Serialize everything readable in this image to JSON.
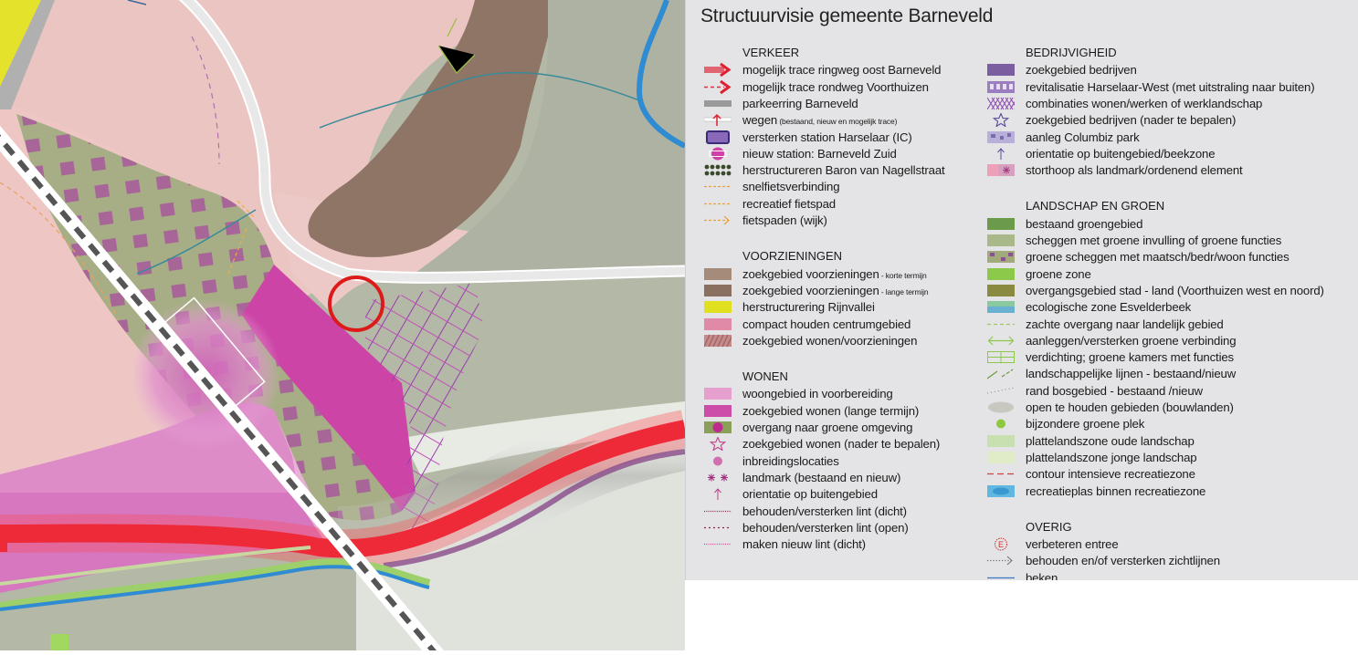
{
  "legend": {
    "title": "Structuurvisie gemeente Barneveld",
    "columns": [
      {
        "sections": [
          {
            "title": "VERKEER",
            "items": [
              {
                "label": "mogelijk trace ringweg oost Barneveld",
                "icon": "red-arrow-icon"
              },
              {
                "label": "mogelijk trace rondweg Voorthuizen",
                "icon": "red-dashed-arrow-icon"
              },
              {
                "label": "parkeerring Barneveld",
                "icon": "grey-band-icon"
              },
              {
                "label": "wegen",
                "note": "(bestaand, nieuw en mogelijk trace)",
                "icon": "road-icon"
              },
              {
                "label": "versterken station Harselaar (IC)",
                "icon": "station-icon"
              },
              {
                "label": "nieuw station: Barneveld Zuid",
                "icon": "new-station-icon"
              },
              {
                "label": "herstructureren Baron van Nagellstraat",
                "icon": "dots-icon"
              },
              {
                "label": "snelfietsverbinding",
                "icon": "dashed-orange-icon"
              },
              {
                "label": "recreatief fietspad",
                "icon": "dashed-orange-icon"
              },
              {
                "label": "fietspaden (wijk)",
                "icon": "dashed-arrow-icon"
              }
            ]
          },
          {
            "title": "VOORZIENINGEN",
            "items": [
              {
                "label": "zoekgebied voorzieningen",
                "note": "- korte termijn",
                "icon": "swatch-icon",
                "color": "#a48b7a"
              },
              {
                "label": "zoekgebied voorzieningen",
                "note": "- lange termijn",
                "icon": "swatch-icon",
                "color": "#8a7060"
              },
              {
                "label": "herstructurering Rijnvallei",
                "icon": "swatch-icon",
                "color": "#e0e020"
              },
              {
                "label": "compact houden centrumgebied",
                "icon": "swatch-icon",
                "color": "#e08aa8"
              },
              {
                "label": "zoekgebied wonen/voorzieningen",
                "icon": "hatch-icon",
                "color": "#a06a6a"
              }
            ]
          },
          {
            "title": "WONEN",
            "items": [
              {
                "label": "woongebied in voorbereiding",
                "icon": "swatch-icon",
                "color": "#e6a0cf"
              },
              {
                "label": "zoekgebied wonen (lange termijn)",
                "icon": "swatch-icon",
                "color": "#cc4ea8"
              },
              {
                "label": "overgang naar groene omgeving",
                "icon": "overgang-icon"
              },
              {
                "label": "zoekgebied wonen (nader te bepalen)",
                "icon": "star-icon",
                "color": "#c0408a"
              },
              {
                "label": "inbreidingslocaties",
                "icon": "circle-icon",
                "color": "#d070b0"
              },
              {
                "label": "landmark (bestaand en nieuw)",
                "icon": "asterisk-icon",
                "color": "#a03080"
              },
              {
                "label": "orientatie op buitengebied",
                "icon": "up-arrow-icon",
                "color": "#c0408a"
              },
              {
                "label": "behouden/versterken lint (dicht)",
                "icon": "dotted-line-icon",
                "color": "#8a2050"
              },
              {
                "label": "behouden/versterken lint (open)",
                "icon": "open-dotted-line-icon",
                "color": "#8a2050"
              },
              {
                "label": "maken nieuw lint (dicht)",
                "icon": "dotted-line-icon",
                "color": "#e04090"
              }
            ]
          }
        ]
      },
      {
        "sections": [
          {
            "title": "BEDRIJVIGHEID",
            "items": [
              {
                "label": "zoekgebied bedrijven",
                "icon": "swatch-icon",
                "color": "#7a5ea0"
              },
              {
                "label": "revitalisatie Harselaar-West (met uitstraling naar buiten)",
                "icon": "revital-icon",
                "color": "#9a7ec0"
              },
              {
                "label": "combinaties wonen/werken of werklandschap",
                "icon": "grid-icon",
                "color": "#8a4ab0"
              },
              {
                "label": "zoekgebied bedrijven (nader te bepalen)",
                "icon": "star-icon",
                "color": "#5a4a9a"
              },
              {
                "label": "aanleg Columbiz park",
                "icon": "columbiz-icon",
                "color": "#b8b0d8"
              },
              {
                "label": "orientatie op buitengebied/beekzone",
                "icon": "up-arrow-icon",
                "color": "#5a4a9a"
              },
              {
                "label": "storthoop als landmark/ordenend element",
                "icon": "storthoop-icon"
              }
            ]
          },
          {
            "title": "LANDSCHAP EN GROEN",
            "items": [
              {
                "label": "bestaand groengebied",
                "icon": "swatch-icon",
                "color": "#6a9a4a"
              },
              {
                "label": "scheggen met groene invulling of groene functies",
                "icon": "swatch-icon",
                "color": "#a8b888"
              },
              {
                "label": "groene scheggen met maatsch/bedr/woon functies",
                "icon": "groene-scheg-icon"
              },
              {
                "label": "groene zone",
                "icon": "swatch-icon",
                "color": "#8cc84a"
              },
              {
                "label": "overgangsgebied stad - land (Voorthuizen west en noord)",
                "icon": "swatch-icon",
                "color": "#8a8a40"
              },
              {
                "label": "ecologische zone Esvelderbeek",
                "icon": "eco-icon"
              },
              {
                "label": "zachte overgang naar landelijk gebied",
                "icon": "dashed-green-icon",
                "color": "#9cc860"
              },
              {
                "label": "aanleggen/versterken groene verbinding",
                "icon": "double-arrow-icon",
                "color": "#8cc84a"
              },
              {
                "label": "verdichting; groene kamers met functies",
                "icon": "kamers-icon",
                "color": "#8cc84a"
              },
              {
                "label": "landschappelijke lijnen - bestaand/nieuw",
                "icon": "diag-lines-icon",
                "color": "#6a9a3a"
              },
              {
                "label": "rand bosgebied - bestaand /nieuw",
                "icon": "dots-line-icon",
                "color": "#7a8a6a"
              },
              {
                "label": "open te houden gebieden (bouwlanden)",
                "icon": "ellipse-icon",
                "color": "#c8c8c0"
              },
              {
                "label": "bijzondere groene plek",
                "icon": "circle-icon",
                "color": "#8cc840"
              },
              {
                "label": "plattelandszone oude landschap",
                "icon": "swatch-icon",
                "color": "#c8e0b0"
              },
              {
                "label": "plattelandszone jonge landschap",
                "icon": "swatch-icon",
                "color": "#e0ecc8"
              },
              {
                "label": "contour intensieve recreatiezone",
                "icon": "dashed-red-icon",
                "color": "#d04040"
              },
              {
                "label": "recreatieplas binnen recreatiezone",
                "icon": "plas-icon",
                "color": "#60b8e0"
              }
            ]
          },
          {
            "title": "OVERIG",
            "items": [
              {
                "label": "verbeteren entree",
                "icon": "entree-icon",
                "color": "#d03030",
                "glyph": "E"
              },
              {
                "label": "behouden en/of versterken zichtlijnen",
                "icon": "dotted-arrow-icon",
                "color": "#707070"
              },
              {
                "label": "beken",
                "icon": "line-icon",
                "color": "#3a7ac0"
              }
            ]
          }
        ]
      }
    ]
  }
}
